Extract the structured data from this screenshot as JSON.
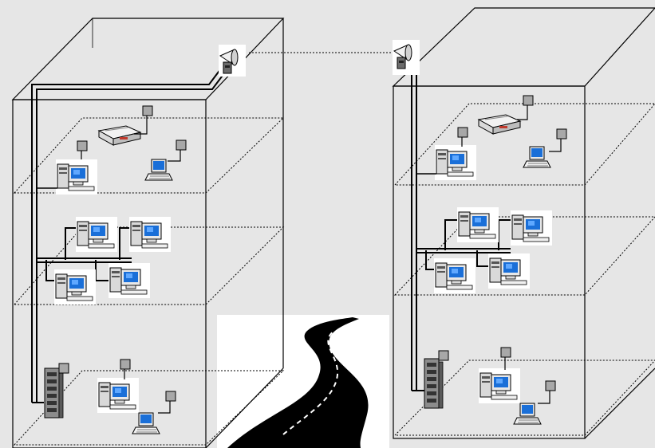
{
  "diagram": {
    "buildings": [
      {
        "id": "left",
        "antenna": "antenna-icon",
        "floors": [
          {
            "level": 3,
            "devices": [
              "printer-icon",
              "desktop-pc-icon",
              "laptop-icon"
            ],
            "device_count": 3
          },
          {
            "level": 2,
            "devices": [
              "desktop-pc-icon",
              "desktop-pc-icon",
              "desktop-pc-icon",
              "desktop-pc-icon"
            ],
            "device_count": 4
          },
          {
            "level": 1,
            "devices": [
              "server-rack-icon",
              "desktop-pc-icon",
              "laptop-icon"
            ],
            "device_count": 3
          }
        ]
      },
      {
        "id": "right",
        "antenna": "antenna-icon",
        "floors": [
          {
            "level": 3,
            "devices": [
              "printer-icon",
              "desktop-pc-icon",
              "laptop-icon"
            ],
            "device_count": 3
          },
          {
            "level": 2,
            "devices": [
              "desktop-pc-icon",
              "desktop-pc-icon",
              "desktop-pc-icon",
              "desktop-pc-icon"
            ],
            "device_count": 4
          },
          {
            "level": 1,
            "devices": [
              "server-rack-icon",
              "desktop-pc-icon",
              "laptop-icon"
            ],
            "device_count": 3
          }
        ]
      }
    ],
    "wireless_link": {
      "from": "left",
      "to": "right",
      "style": "dotted"
    },
    "road": "road-icon",
    "colors": {
      "background": "#e6e6e6",
      "line": "#000000",
      "screen": "#1a6fd8",
      "device_body": "#d9d9d9",
      "label_box": "#a8a8a8"
    }
  }
}
